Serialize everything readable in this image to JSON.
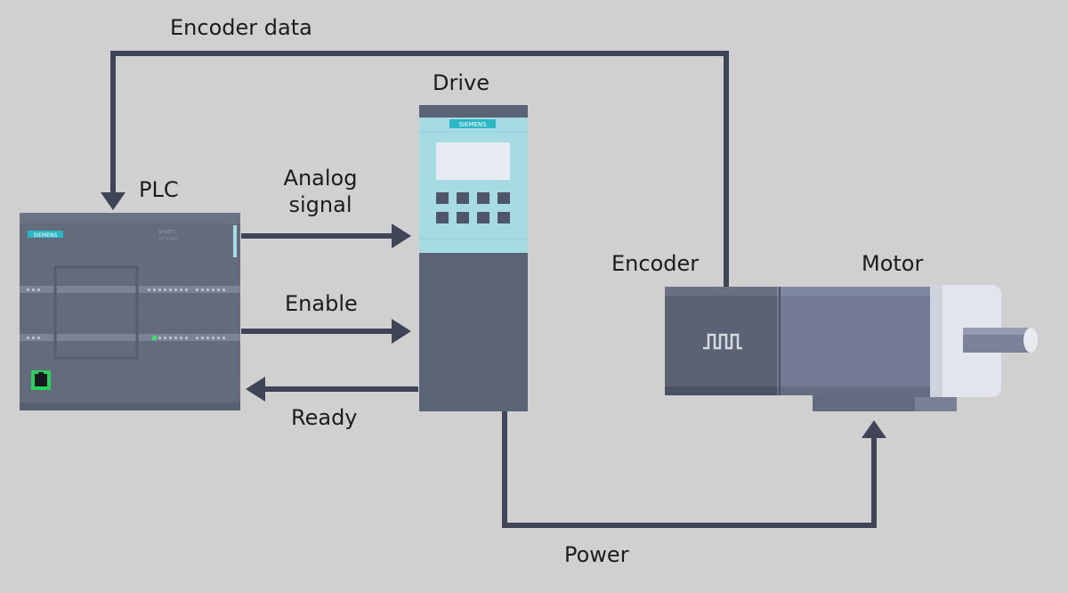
{
  "labels": {
    "encoder_data": "Encoder data",
    "drive": "Drive",
    "plc": "PLC",
    "analog_signal_line1": "Analog",
    "analog_signal_line2": "signal",
    "enable": "Enable",
    "ready": "Ready",
    "encoder": "Encoder",
    "motor": "Motor",
    "power": "Power"
  },
  "devices": {
    "plc_brand": "SIEMENS",
    "drive_brand": "SIEMENS",
    "plc_model_line1": "SIMATIC",
    "plc_model_line2": "S7-1200"
  },
  "colors": {
    "background": "#d0d0d0",
    "line": "#3f4556",
    "plc_body": "#636b7c",
    "drive_top": "#a6dbe4",
    "drive_bottom": "#5b6376",
    "motor_body": "#737a93",
    "motor_face": "#e2e5ee",
    "brand_teal": "#2bb7c4"
  },
  "icons": {
    "encoder_pulse": "pulse-wave-icon",
    "plc_port": "ethernet-port-icon"
  }
}
